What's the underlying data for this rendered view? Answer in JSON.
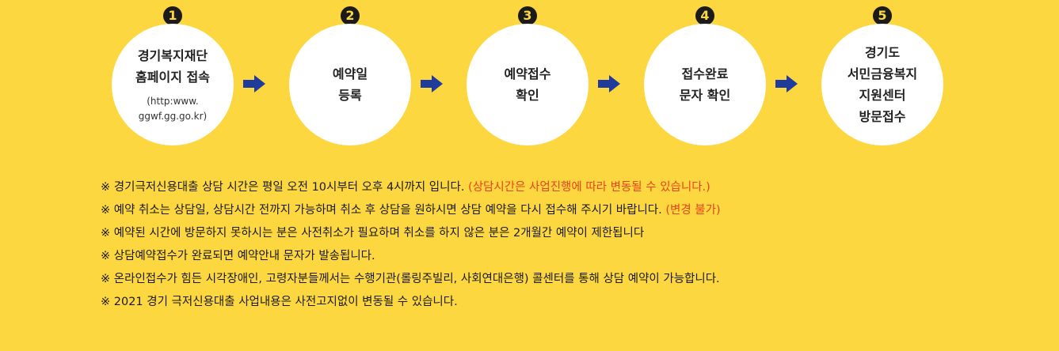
{
  "steps": [
    {
      "number": "1",
      "title": "경기복지재단\n홈페이지 접속",
      "subtitle": "(http:www.\nggwf.gg.go.kr)"
    },
    {
      "number": "2",
      "title": "예약일\n등록"
    },
    {
      "number": "3",
      "title": "예약접수\n확인"
    },
    {
      "number": "4",
      "title": "접수완료\n문자 확인"
    },
    {
      "number": "5",
      "title": "경기도\n서민금융복지\n지원센터\n방문접수"
    }
  ],
  "notes": [
    {
      "text": "※ 경기극저신용대출 상담 시간은 평일 오전 10시부터 오후 4시까지 입니다.",
      "highlight": "(상담시간은 사업진행에 따라 변동될 수 있습니다.)"
    },
    {
      "text": "※ 예약 취소는 상담일, 상담시간 전까지 가능하며 취소 후 상담을 원하시면 상담 예약을 다시 접수해 주시기 바랍니다.",
      "highlight": "(변경 불가)"
    },
    {
      "text": "※ 예약된 시간에 방문하지 못하시는 분은 사전취소가 필요하며 취소를 하지 않은 분은 2개월간 예약이 제한됩니다"
    },
    {
      "text": "※ 상담예약접수가 완료되면 예약안내 문자가 발송됩니다."
    },
    {
      "text": "※ 온라인접수가 힘든 시각장애인, 고령자분들께서는 수행기관(롤링주빌리, 사회연대은행) 콜센터를 통해 상담 예약이 가능합니다."
    },
    {
      "text": "※ 2021 경기 극저신용대출 사업내용은 사전고지없이 변동될 수 있습니다."
    }
  ],
  "colors": {
    "background": "#FDD73F",
    "arrow": "#1F3C9C",
    "highlight": "#E8431F",
    "badge": "#1b1b1b"
  },
  "icons": {
    "step_connector": "right-arrow-icon"
  }
}
